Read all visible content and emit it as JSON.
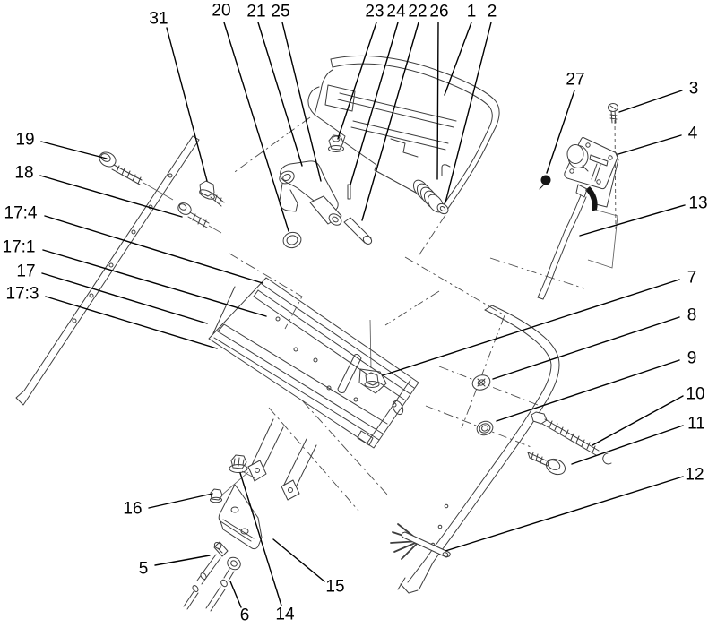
{
  "figure": {
    "type": "exploded-parts-diagram",
    "background": "#ffffff",
    "line_color": "#3d3d3d",
    "callout_color": "#000000"
  },
  "callouts": [
    {
      "label": "31"
    },
    {
      "label": "20"
    },
    {
      "label": "21"
    },
    {
      "label": "25"
    },
    {
      "label": "23"
    },
    {
      "label": "24"
    },
    {
      "label": "22"
    },
    {
      "label": "26"
    },
    {
      "label": "1"
    },
    {
      "label": "2"
    },
    {
      "label": "27"
    },
    {
      "label": "3"
    },
    {
      "label": "4"
    },
    {
      "label": "13"
    },
    {
      "label": "19"
    },
    {
      "label": "18"
    },
    {
      "label": "17:4"
    },
    {
      "label": "17:1"
    },
    {
      "label": "17"
    },
    {
      "label": "17:3"
    },
    {
      "label": "7"
    },
    {
      "label": "8"
    },
    {
      "label": "9"
    },
    {
      "label": "10"
    },
    {
      "label": "11"
    },
    {
      "label": "12"
    },
    {
      "label": "16"
    },
    {
      "label": "5"
    },
    {
      "label": "6"
    },
    {
      "label": "14"
    },
    {
      "label": "15"
    }
  ]
}
